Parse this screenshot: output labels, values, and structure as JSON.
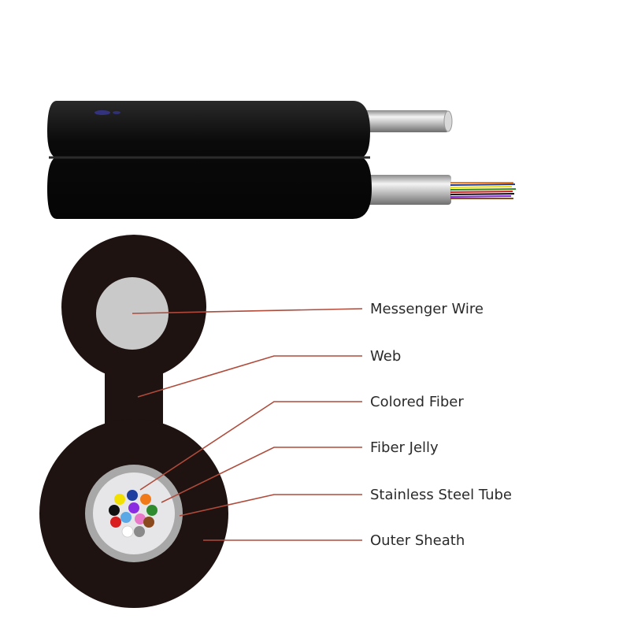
{
  "callouts": [
    {
      "label": "Messenger Wire"
    },
    {
      "label": "Web"
    },
    {
      "label": "Colored Fiber"
    },
    {
      "label": "Fiber Jelly"
    },
    {
      "label": "Stainless Steel Tube"
    },
    {
      "label": "Outer Sheath"
    }
  ],
  "colors": {
    "sheath": "#1e1311",
    "messenger_core": "#c9c9c9",
    "steel_tube": "#a8a8a8",
    "jelly": "#e6e6e8",
    "leader_line": "#b04a3a",
    "cable_jacket": "#0c0c0c"
  },
  "fiber_colors": [
    "#f2e000",
    "#1f3fa0",
    "#f07a1a",
    "#111111",
    "#8a2be2",
    "#2e8b2e",
    "#d81e1e",
    "#5aa9e6",
    "#e879c8",
    "#8b4a1e",
    "#ffffff",
    "#8a8a8a"
  ]
}
